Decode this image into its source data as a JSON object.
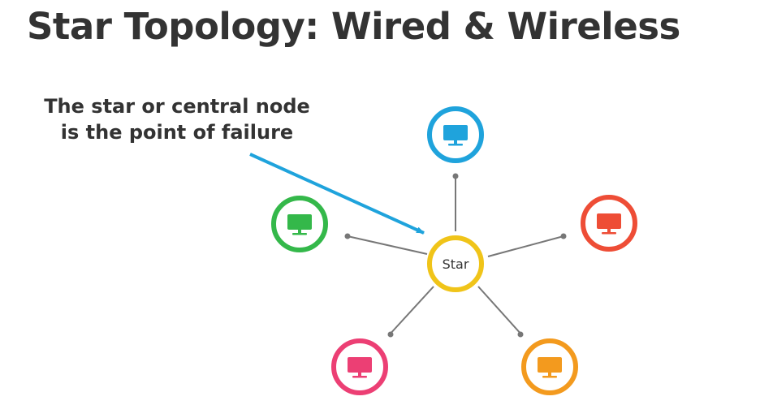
{
  "title": "Star Topology: Wired & Wireless",
  "callout": {
    "line1": "The star or central node",
    "line2": "is the point of failure"
  },
  "hub": {
    "label": "Star",
    "color": "#f0c419"
  },
  "colors": {
    "text": "#333333",
    "arrow": "#1fa3dc",
    "connector": "#777777"
  },
  "nodes": [
    {
      "name": "top",
      "color": "#1fa3dc",
      "icon": "monitor-icon"
    },
    {
      "name": "left",
      "color": "#34b84a",
      "icon": "monitor-icon"
    },
    {
      "name": "right",
      "color": "#ee4d36",
      "icon": "monitor-icon"
    },
    {
      "name": "bottom-left",
      "color": "#ec3f74",
      "icon": "monitor-icon"
    },
    {
      "name": "bottom-right",
      "color": "#f39a1e",
      "icon": "monitor-icon"
    }
  ]
}
